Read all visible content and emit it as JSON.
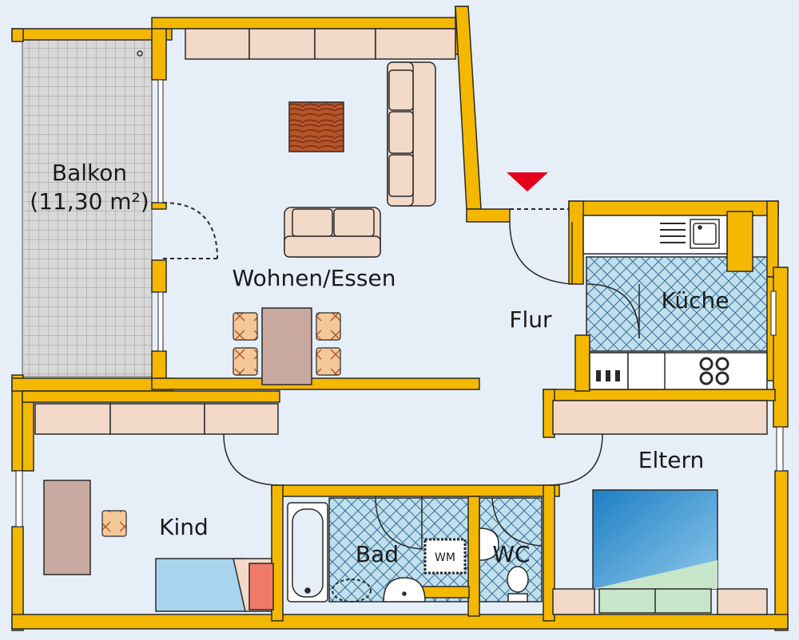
{
  "rooms": {
    "balkon_name": "Balkon",
    "balkon_area": "(11,30 m²)",
    "wohnen": "Wohnen/Essen",
    "flur": "Flur",
    "kueche": "Küche",
    "eltern": "Eltern",
    "kind": "Kind",
    "bad": "Bad",
    "wc": "WC",
    "wm": "WM"
  },
  "colors": {
    "wall": "#f5b800",
    "wall_stroke": "#2a2a2a",
    "background": "#e6eef8",
    "furniture": "#f2d9c8",
    "table": "#c9a8a0",
    "tile": "#bfe0ec",
    "entrance_marker": "#e4001b"
  },
  "icons": {
    "entrance": "red-triangle-entrance-icon"
  }
}
